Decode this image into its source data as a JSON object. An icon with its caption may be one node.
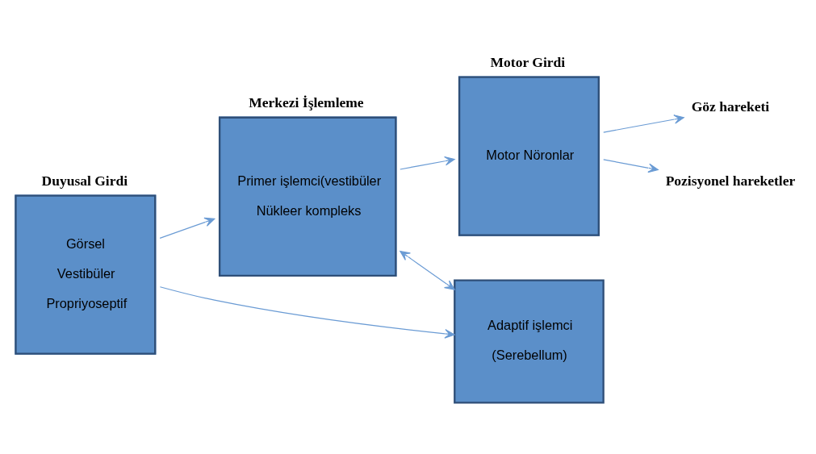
{
  "diagram": {
    "nodes": [
      {
        "text": [
          "Duyusal Girdi",
          "Görsel",
          "Vestibüler",
          "Propriyoseptif"
        ]
      },
      {
        "text": [
          "Merkezi İşlemleme",
          "Primer işlemci(vestibüler",
          "Nükleer kompleks"
        ]
      },
      {
        "text": [
          "Motor Girdi",
          "Motor Nöronlar"
        ]
      },
      {
        "text": [
          "Adaptif işlemci",
          "(Serebellum)"
        ]
      },
      {
        "text": [
          "Göz hareketi"
        ]
      },
      {
        "text": [
          "Pozisyonel hareketler"
        ]
      }
    ],
    "edges": [
      {
        "from": 0,
        "to": 1,
        "arrow": "to"
      },
      {
        "from": 0,
        "to": 3,
        "arrow": "to"
      },
      {
        "from": 1,
        "to": 3,
        "arrow": "both"
      },
      {
        "from": 1,
        "to": 2,
        "arrow": "to"
      },
      {
        "from": 2,
        "to": 4,
        "arrow": "to"
      },
      {
        "from": 2,
        "to": 5,
        "arrow": "to"
      }
    ]
  }
}
